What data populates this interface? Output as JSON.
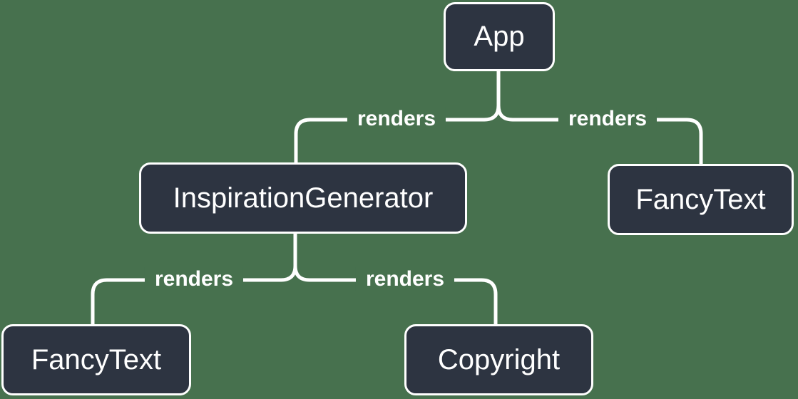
{
  "diagram": {
    "type": "component-render-tree",
    "background_color": "#47714E",
    "node_fill_color": "#2D3441",
    "node_border_color": "#FFFFFF",
    "connector_color": "#FFFFFF",
    "text_color": "#FFFFFF"
  },
  "nodes": [
    {
      "id": "app",
      "label": "App"
    },
    {
      "id": "inspiration-generator",
      "label": "InspirationGenerator"
    },
    {
      "id": "fancy-text-right",
      "label": "FancyText"
    },
    {
      "id": "fancy-text-left",
      "label": "FancyText"
    },
    {
      "id": "copyright",
      "label": "Copyright"
    }
  ],
  "edges": [
    {
      "from": "App",
      "to": "InspirationGenerator",
      "label": "renders"
    },
    {
      "from": "App",
      "to": "FancyText",
      "label": "renders"
    },
    {
      "from": "InspirationGenerator",
      "to": "FancyText",
      "label": "renders"
    },
    {
      "from": "InspirationGenerator",
      "to": "Copyright",
      "label": "renders"
    }
  ]
}
